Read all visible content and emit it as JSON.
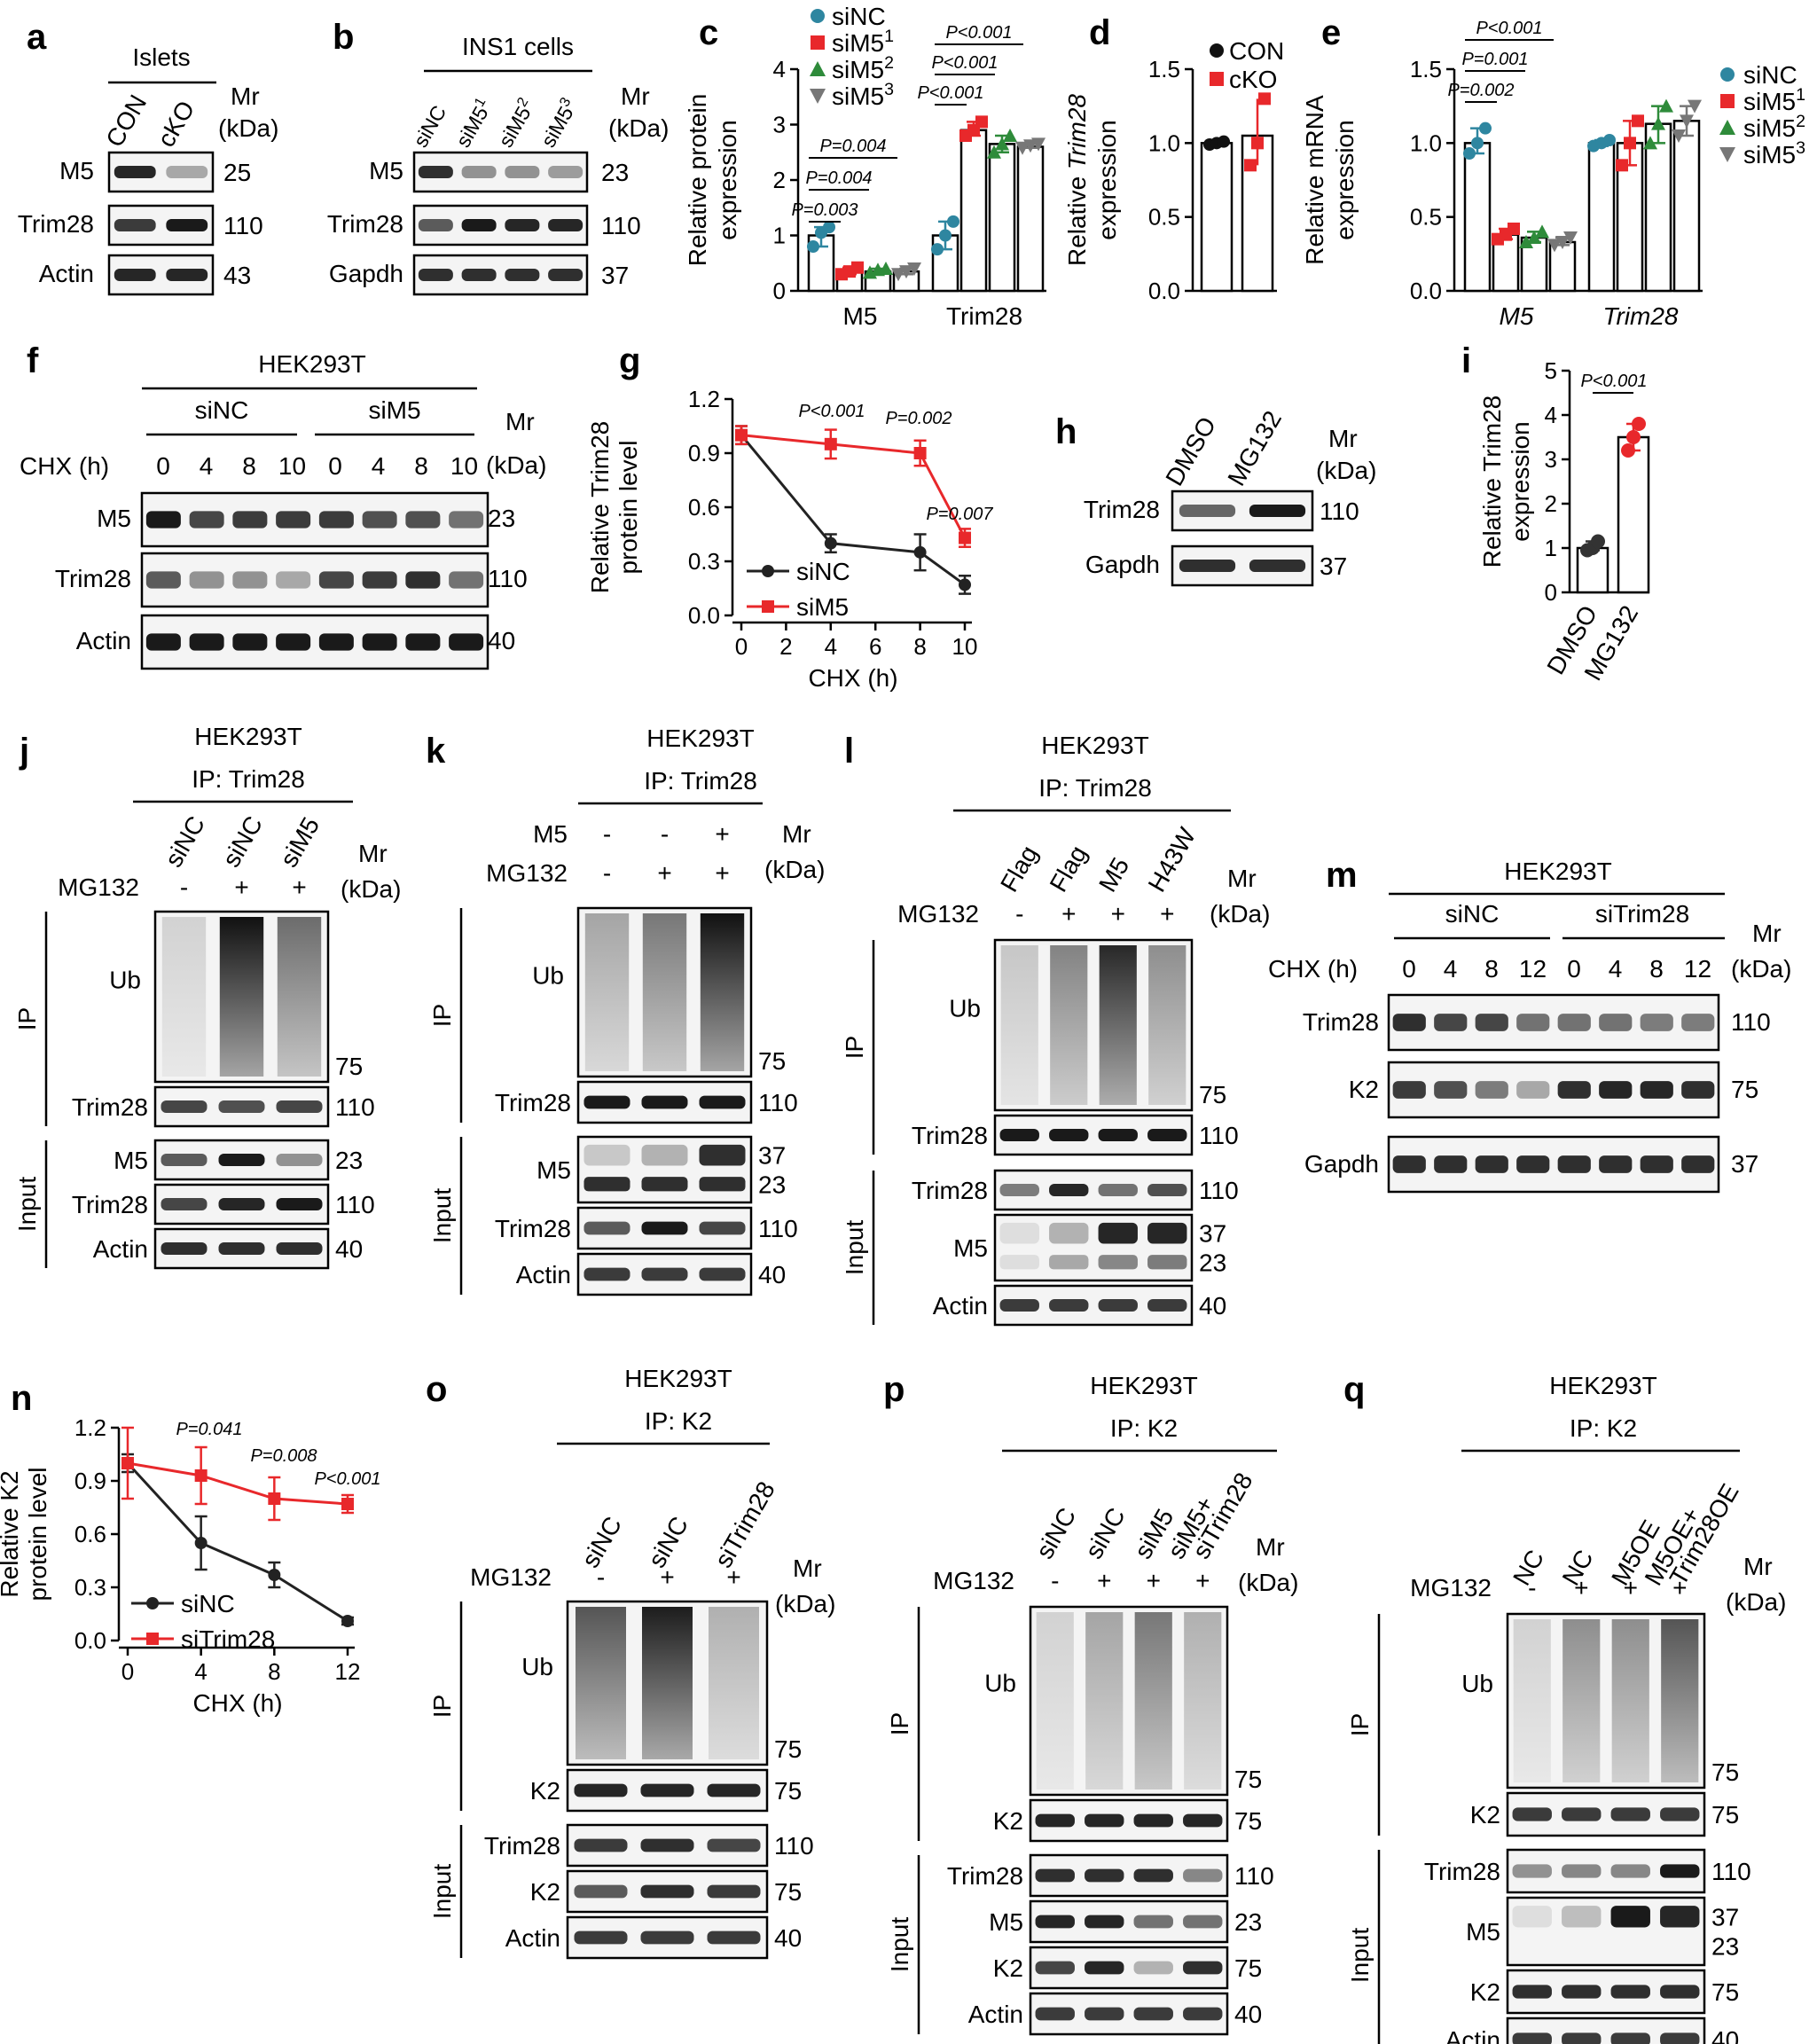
{
  "panels": {
    "a": {
      "letter": "a",
      "title": "Islets",
      "lanes": [
        "CON",
        "cKO"
      ],
      "rows": [
        {
          "label": "M5",
          "mr": "25",
          "intensity": [
            0.95,
            0.35
          ]
        },
        {
          "label": "Trim28",
          "mr": "110",
          "intensity": [
            0.85,
            1.0
          ]
        },
        {
          "label": "Actin",
          "mr": "43",
          "intensity": [
            0.95,
            0.95
          ]
        }
      ]
    },
    "b": {
      "letter": "b",
      "title": "INS1 cells",
      "lanes": [
        "siNC",
        "siM5¹",
        "siM5²",
        "siM5³"
      ],
      "rows": [
        {
          "label": "M5",
          "mr": "23",
          "intensity": [
            0.9,
            0.45,
            0.45,
            0.4
          ]
        },
        {
          "label": "Trim28",
          "mr": "110",
          "intensity": [
            0.7,
            1.0,
            0.95,
            0.95
          ]
        },
        {
          "label": "Gapdh",
          "mr": "37",
          "intensity": [
            0.9,
            0.9,
            0.9,
            0.9
          ]
        }
      ]
    },
    "f": {
      "letter": "f",
      "title": "HEK293T",
      "groups": [
        "siNC",
        "siM5"
      ],
      "cond_label": "CHX (h)",
      "lanes": [
        "0",
        "4",
        "8",
        "10",
        "0",
        "4",
        "8",
        "10"
      ],
      "rows": [
        {
          "label": "M5",
          "mr": "23",
          "intensity": [
            1,
            0.8,
            0.85,
            0.85,
            0.85,
            0.75,
            0.75,
            0.6
          ]
        },
        {
          "label": "Trim28",
          "mr": "110",
          "intensity": [
            0.7,
            0.45,
            0.45,
            0.35,
            0.8,
            0.85,
            0.9,
            0.6
          ]
        },
        {
          "label": "Actin",
          "mr": "40",
          "intensity": [
            1,
            1,
            1,
            1,
            1,
            1,
            1,
            1
          ]
        }
      ]
    },
    "h": {
      "letter": "h",
      "lanes": [
        "DMSO",
        "MG132"
      ],
      "rows": [
        {
          "label": "Trim28",
          "mr": "110",
          "intensity": [
            0.65,
            1.0
          ]
        },
        {
          "label": "Gapdh",
          "mr": "37",
          "intensity": [
            0.9,
            0.9
          ]
        }
      ]
    },
    "j": {
      "letter": "j",
      "title": "HEK293T",
      "subtitle": "IP: Trim28",
      "lanes": [
        "siNC",
        "siNC",
        "siM5"
      ],
      "cond_label": "MG132",
      "cond": [
        "-",
        "+",
        "+"
      ],
      "sections": [
        "IP",
        "Input"
      ],
      "smear_label": "Ub",
      "smear_mr": "75",
      "smear": [
        0.15,
        1.0,
        0.6
      ],
      "rows": [
        {
          "label": "Trim28",
          "mr": "110",
          "intensity": [
            0.8,
            0.75,
            0.8
          ]
        },
        {
          "label": "M5",
          "mr": "23",
          "intensity": [
            0.7,
            1.0,
            0.45
          ]
        },
        {
          "label": "Trim28",
          "mr": "110",
          "intensity": [
            0.8,
            0.95,
            1.0
          ]
        },
        {
          "label": "Actin",
          "mr": "40",
          "intensity": [
            0.9,
            0.9,
            0.9
          ]
        }
      ]
    },
    "k": {
      "letter": "k",
      "title": "HEK293T",
      "subtitle": "IP: Trim28",
      "cond_rows": [
        {
          "label": "M5",
          "vals": [
            "-",
            "-",
            "+"
          ]
        },
        {
          "label": "MG132",
          "vals": [
            "-",
            "+",
            "+"
          ]
        }
      ],
      "sections": [
        "IP",
        "Input"
      ],
      "smear_label": "Ub",
      "smear_mr": "75",
      "smear": [
        0.35,
        0.55,
        1.0
      ],
      "rows": [
        {
          "label": "Trim28",
          "mr": "110",
          "intensity": [
            1,
            1,
            1
          ]
        },
        {
          "label": "M5",
          "mr": "37",
          "mr2": "23",
          "intensity": [
            0.2,
            0.3,
            0.9
          ],
          "intensity2": [
            0.9,
            0.9,
            0.9
          ]
        },
        {
          "label": "Trim28",
          "mr": "110",
          "intensity": [
            0.7,
            1.0,
            0.8
          ]
        },
        {
          "label": "Actin",
          "mr": "40",
          "intensity": [
            0.85,
            0.85,
            0.85
          ]
        }
      ]
    },
    "l": {
      "letter": "l",
      "title": "HEK293T",
      "subtitle": "IP: Trim28",
      "lanes": [
        "Flag",
        "Flag",
        "M5",
        "H43W"
      ],
      "cond_label": "MG132",
      "cond": [
        "-",
        "+",
        "+",
        "+"
      ],
      "sections": [
        "IP",
        "Input"
      ],
      "smear_label": "Ub",
      "smear_mr": "75",
      "smear": [
        0.2,
        0.5,
        0.9,
        0.45
      ],
      "rows": [
        {
          "label": "Trim28",
          "mr": "110",
          "intensity": [
            1,
            1,
            1,
            1
          ]
        },
        {
          "label": "Trim28",
          "mr": "110",
          "intensity": [
            0.55,
            0.95,
            0.6,
            0.75
          ]
        },
        {
          "label": "M5",
          "mr": "37",
          "mr2": "23",
          "intensity": [
            0.1,
            0.3,
            0.95,
            0.95
          ],
          "intensity2": [
            0.1,
            0.35,
            0.5,
            0.55
          ]
        },
        {
          "label": "Actin",
          "mr": "40",
          "intensity": [
            0.85,
            0.85,
            0.85,
            0.85
          ]
        }
      ]
    },
    "m": {
      "letter": "m",
      "title": "HEK293T",
      "groups": [
        "siNC",
        "siTrim28"
      ],
      "cond_label": "CHX (h)",
      "lanes": [
        "0",
        "4",
        "8",
        "12",
        "0",
        "4",
        "8",
        "12"
      ],
      "rows": [
        {
          "label": "Trim28",
          "mr": "110",
          "intensity": [
            0.9,
            0.8,
            0.8,
            0.6,
            0.6,
            0.6,
            0.55,
            0.55
          ]
        },
        {
          "label": "K2",
          "mr": "75",
          "intensity": [
            0.85,
            0.75,
            0.55,
            0.35,
            0.9,
            0.95,
            0.95,
            0.9
          ]
        },
        {
          "label": "Gapdh",
          "mr": "37",
          "intensity": [
            0.9,
            0.9,
            0.9,
            0.9,
            0.9,
            0.9,
            0.9,
            0.9
          ]
        }
      ]
    },
    "o": {
      "letter": "o",
      "title": "HEK293T",
      "subtitle": "IP: K2",
      "lanes": [
        "siNC",
        "siNC",
        "siTrim28"
      ],
      "cond_label": "MG132",
      "cond": [
        "-",
        "+",
        "+"
      ],
      "sections": [
        "IP",
        "Input"
      ],
      "smear_label": "Ub",
      "smear_mr": "75",
      "smear": [
        0.7,
        0.95,
        0.3
      ],
      "rows": [
        {
          "label": "K2",
          "mr": "75",
          "intensity": [
            0.95,
            0.95,
            0.95
          ]
        },
        {
          "label": "Trim28",
          "mr": "110",
          "intensity": [
            0.85,
            0.9,
            0.8
          ]
        },
        {
          "label": "K2",
          "mr": "75",
          "intensity": [
            0.7,
            0.9,
            0.85
          ]
        },
        {
          "label": "Actin",
          "mr": "40",
          "intensity": [
            0.85,
            0.85,
            0.85
          ]
        }
      ]
    },
    "p": {
      "letter": "p",
      "title": "HEK293T",
      "subtitle": "IP: K2",
      "lanes": [
        "siNC",
        "siNC",
        "siM5",
        "siM5+ siTrim28"
      ],
      "cond_label": "MG132",
      "cond": [
        "-",
        "+",
        "+",
        "+"
      ],
      "sections": [
        "IP",
        "Input"
      ],
      "smear_label": "Ub",
      "smear_mr": "75",
      "smear": [
        0.15,
        0.35,
        0.55,
        0.3
      ],
      "rows": [
        {
          "label": "K2",
          "mr": "75",
          "intensity": [
            0.95,
            0.95,
            0.95,
            0.95
          ]
        },
        {
          "label": "Trim28",
          "mr": "110",
          "intensity": [
            0.9,
            0.9,
            0.9,
            0.5
          ]
        },
        {
          "label": "M5",
          "mr": "23",
          "intensity": [
            0.95,
            0.95,
            0.6,
            0.6
          ]
        },
        {
          "label": "K2",
          "mr": "75",
          "intensity": [
            0.8,
            0.95,
            0.3,
            0.9
          ]
        },
        {
          "label": "Actin",
          "mr": "40",
          "intensity": [
            0.85,
            0.85,
            0.85,
            0.85
          ]
        }
      ]
    },
    "q": {
      "letter": "q",
      "title": "HEK293T",
      "subtitle": "IP: K2",
      "lanes": [
        "NC",
        "NC",
        "M5OE",
        "M5OE+ Trim28OE"
      ],
      "cond_label": "MG132",
      "cond": [
        "-",
        "+",
        "+",
        "+"
      ],
      "sections": [
        "IP",
        "Input"
      ],
      "smear_label": "Ub",
      "smear_mr": "75",
      "smear": [
        0.15,
        0.45,
        0.45,
        0.7
      ],
      "rows": [
        {
          "label": "K2",
          "mr": "75",
          "intensity": [
            0.85,
            0.85,
            0.85,
            0.85
          ]
        },
        {
          "label": "Trim28",
          "mr": "110",
          "intensity": [
            0.45,
            0.5,
            0.5,
            1.0
          ]
        },
        {
          "label": "M5",
          "mr": "37",
          "mr2": "23",
          "intensity": [
            0.1,
            0.25,
            1.0,
            0.95
          ],
          "intensity2": [
            0,
            0,
            0,
            0
          ]
        },
        {
          "label": "K2",
          "mr": "75",
          "intensity": [
            0.9,
            0.9,
            0.9,
            0.9
          ]
        },
        {
          "label": "Actin",
          "mr": "40",
          "intensity": [
            0.85,
            0.85,
            0.85,
            0.85
          ]
        }
      ]
    }
  },
  "mr_header": "Mr",
  "kda_header": "(kDa)",
  "colors": {
    "siNC": "#2e86a0",
    "siM5_1": "#e8282b",
    "siM5_2": "#2e8b3a",
    "siM5_3": "#777777",
    "CON": "#111111",
    "cKO": "#e8282b",
    "DMSO": "#333333",
    "MG132": "#e8282b"
  },
  "chart_data": [
    {
      "id": "c",
      "type": "bar",
      "letter": "c",
      "categories": [
        "M5",
        "Trim28"
      ],
      "ylabel": "Relative protein expression",
      "ylim": [
        0,
        4
      ],
      "yticks": [
        0,
        1,
        2,
        3,
        4
      ],
      "series": [
        {
          "name": "siNC",
          "values": [
            1.0,
            1.0
          ],
          "points": [
            [
              0.8,
              1.05,
              1.15
            ],
            [
              0.75,
              1.0,
              1.25
            ]
          ]
        },
        {
          "name": "siM5¹",
          "values": [
            0.35,
            2.9
          ],
          "points": [
            [
              0.3,
              0.35,
              0.42
            ],
            [
              2.8,
              2.9,
              3.05
            ]
          ]
        },
        {
          "name": "siM5²",
          "values": [
            0.35,
            2.65
          ],
          "points": [
            [
              0.33,
              0.38,
              0.4
            ],
            [
              2.5,
              2.65,
              2.8
            ]
          ]
        },
        {
          "name": "siM5³",
          "values": [
            0.35,
            2.6
          ],
          "points": [
            [
              0.3,
              0.35,
              0.4
            ],
            [
              2.58,
              2.62,
              2.65
            ]
          ]
        }
      ],
      "pvalues": [
        {
          "text": "P=0.003",
          "group": 0
        },
        {
          "text": "P=0.004",
          "group": 0
        },
        {
          "text": "P=0.004",
          "group": 0
        },
        {
          "text": "P<0.001",
          "group": 1
        },
        {
          "text": "P<0.001",
          "group": 1
        },
        {
          "text": "P<0.001",
          "group": 1
        }
      ]
    },
    {
      "id": "d",
      "type": "bar",
      "letter": "d",
      "categories": [
        "CON",
        "cKO"
      ],
      "ylabel": "Relative Trim28 expression",
      "ylim": [
        0,
        1.5
      ],
      "yticks": [
        "0.0",
        "0.5",
        "1.0",
        "1.5"
      ],
      "series": [
        {
          "name": "CON",
          "values": [
            1.0,
            null
          ],
          "points": [
            [
              0.99,
              1.0,
              1.01
            ]
          ]
        },
        {
          "name": "cKO",
          "values": [
            null,
            1.05
          ],
          "points": [
            [
              0.85,
              1.0,
              1.3
            ]
          ]
        }
      ]
    },
    {
      "id": "e",
      "type": "bar",
      "letter": "e",
      "categories": [
        "M5",
        "Trim28"
      ],
      "ylabel": "Relative mRNA expression",
      "ylim": [
        0,
        1.5
      ],
      "yticks": [
        "0.0",
        "0.5",
        "1.0",
        "1.5"
      ],
      "series": [
        {
          "name": "siNC",
          "values": [
            1.0,
            1.0
          ],
          "points": [
            [
              0.93,
              1.0,
              1.1
            ],
            [
              0.98,
              1.0,
              1.02
            ]
          ]
        },
        {
          "name": "siM5¹",
          "values": [
            0.38,
            1.0
          ],
          "points": [
            [
              0.35,
              0.38,
              0.42
            ],
            [
              0.85,
              1.0,
              1.15
            ]
          ]
        },
        {
          "name": "siM5²",
          "values": [
            0.36,
            1.13
          ],
          "points": [
            [
              0.33,
              0.36,
              0.4
            ],
            [
              1.0,
              1.13,
              1.25
            ]
          ]
        },
        {
          "name": "siM5³",
          "values": [
            0.33,
            1.15
          ],
          "points": [
            [
              0.31,
              0.33,
              0.36
            ],
            [
              1.05,
              1.15,
              1.25
            ]
          ]
        }
      ],
      "pvalues": [
        {
          "text": "P=0.002"
        },
        {
          "text": "P=0.001"
        },
        {
          "text": "P<0.001"
        }
      ]
    },
    {
      "id": "g",
      "type": "line",
      "letter": "g",
      "x": [
        0,
        4,
        8,
        10
      ],
      "xlabel": "CHX (h)",
      "ylabel": "Relative Trim28 protein level",
      "xlim": [
        0,
        10
      ],
      "xticks": [
        0,
        2,
        4,
        6,
        8,
        10
      ],
      "ylim": [
        0,
        1.2
      ],
      "yticks": [
        "0.0",
        "0.3",
        "0.6",
        "0.9",
        "1.2"
      ],
      "series": [
        {
          "name": "siNC",
          "values": [
            1.0,
            0.4,
            0.35,
            0.17
          ],
          "err": [
            0.05,
            0.05,
            0.1,
            0.05
          ]
        },
        {
          "name": "siM5",
          "values": [
            1.0,
            0.95,
            0.9,
            0.43
          ],
          "err": [
            0.05,
            0.08,
            0.07,
            0.05
          ]
        }
      ],
      "annotations": [
        "P<0.001",
        "P=0.002",
        "P=0.007"
      ]
    },
    {
      "id": "i",
      "type": "bar",
      "letter": "i",
      "categories": [
        "DMSO",
        "MG132"
      ],
      "ylabel": "Relative Trim28 expression",
      "ylim": [
        0,
        5
      ],
      "yticks": [
        0,
        1,
        2,
        3,
        4,
        5
      ],
      "series": [
        {
          "name": "DMSO",
          "values": [
            1.0,
            null
          ],
          "points": [
            [
              0.95,
              1.0,
              1.15
            ]
          ]
        },
        {
          "name": "MG132",
          "values": [
            null,
            3.5
          ],
          "points": [
            [
              3.2,
              3.5,
              3.8
            ]
          ]
        }
      ],
      "pvalues": [
        {
          "text": "P<0.001"
        }
      ]
    },
    {
      "id": "n",
      "type": "line",
      "letter": "n",
      "x": [
        0,
        4,
        8,
        12
      ],
      "xlabel": "CHX (h)",
      "ylabel": "Relative K2 protein level",
      "xlim": [
        0,
        12
      ],
      "xticks": [
        0,
        4,
        8,
        12
      ],
      "ylim": [
        0,
        1.2
      ],
      "yticks": [
        "0.0",
        "0.3",
        "0.6",
        "0.9",
        "1.2"
      ],
      "series": [
        {
          "name": "siNC",
          "values": [
            1.0,
            0.55,
            0.37,
            0.11
          ],
          "err": [
            0.05,
            0.15,
            0.07,
            0.02
          ]
        },
        {
          "name": "siTrim28",
          "values": [
            1.0,
            0.93,
            0.8,
            0.77
          ],
          "err": [
            0.2,
            0.16,
            0.12,
            0.05
          ]
        }
      ],
      "annotations": [
        "P=0.041",
        "P=0.008",
        "P<0.001"
      ]
    }
  ]
}
